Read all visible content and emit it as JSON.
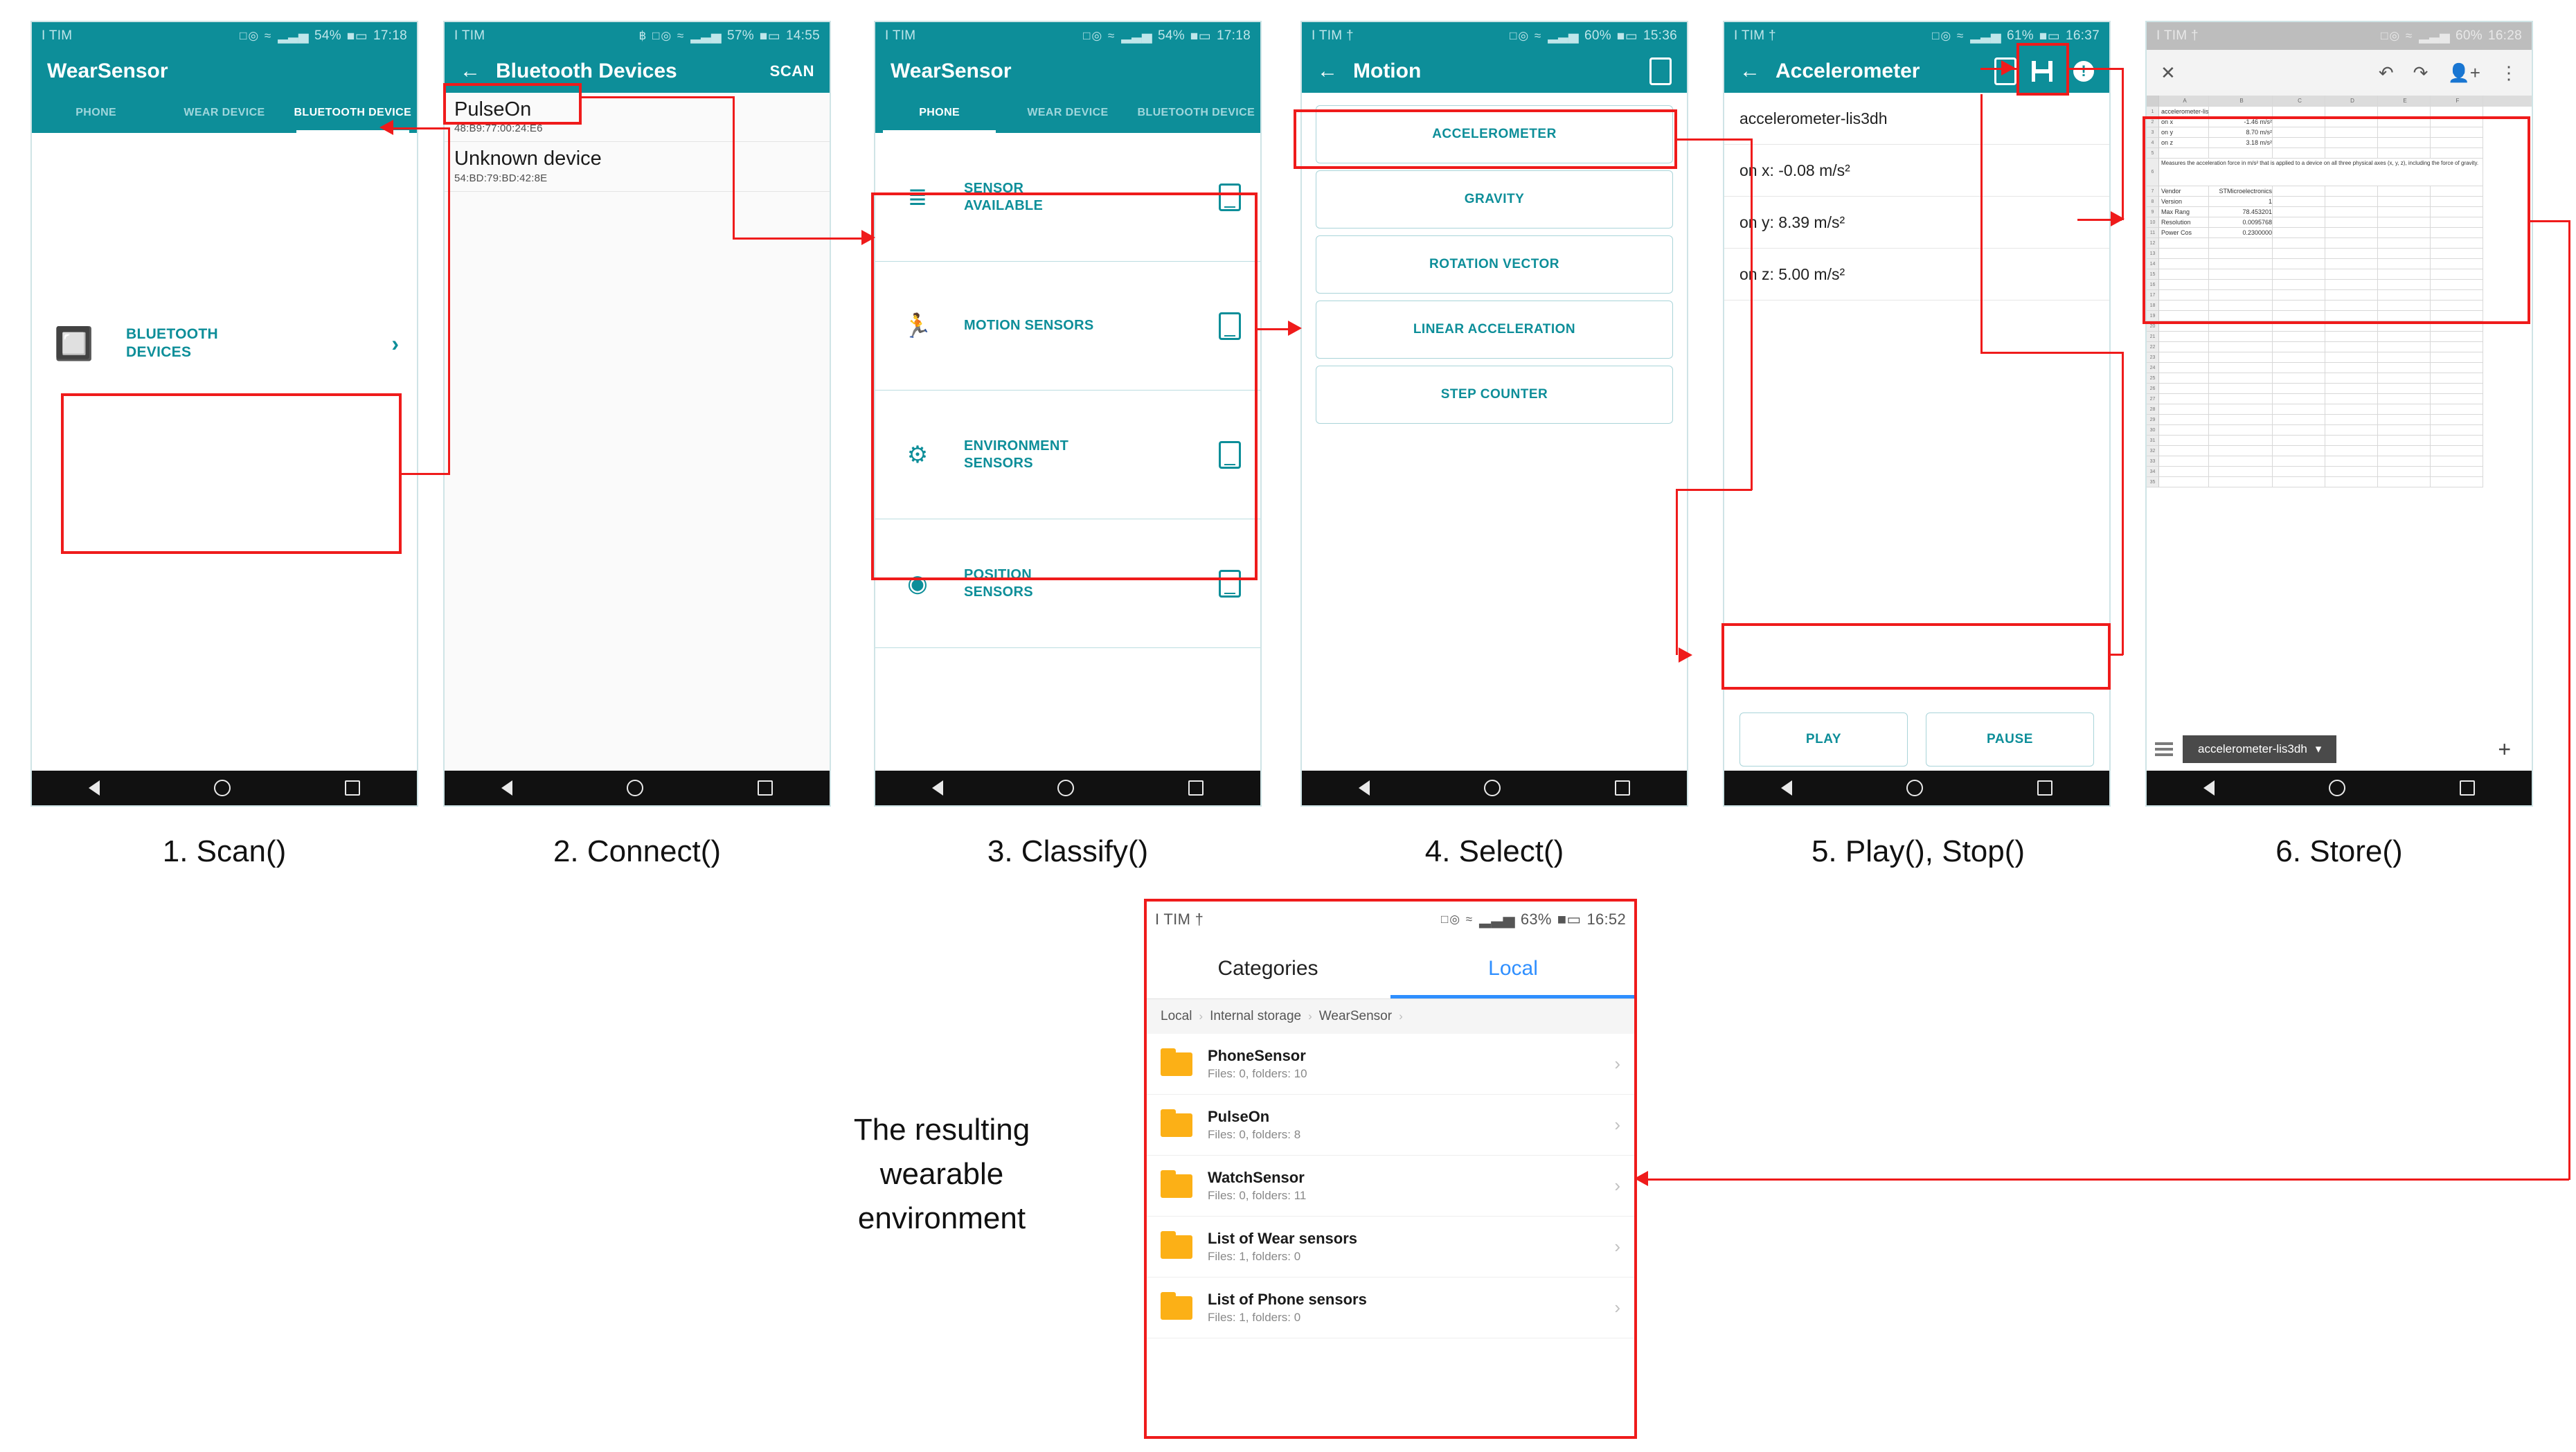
{
  "figure": {
    "resulting_label": "The resulting\nwearable\nenvironment",
    "resulting_line1": "The resulting",
    "resulting_line2": "wearable",
    "resulting_line3": "environment"
  },
  "captions": [
    "1. Scan()",
    "2. Connect()",
    "3. Classify()",
    "4. Select()",
    "5. Play(), Stop()",
    "6. Store()"
  ],
  "screens": {
    "scan": {
      "status": {
        "carrier": "I TIM",
        "icons": "□◎ ≈",
        "signal": "▂▃▅",
        "battery_pct": "54%",
        "time": "17:18"
      },
      "app_title": "WearSensor",
      "tabs": [
        {
          "label": "PHONE",
          "active": false
        },
        {
          "label": "WEAR DEVICE",
          "active": false
        },
        {
          "label": "BLUETOOTH DEVICE",
          "active": true
        }
      ],
      "card": {
        "icon": "bluetooth-icon",
        "label": "BLUETOOTH\nDEVICES",
        "label_l1": "BLUETOOTH",
        "label_l2": "DEVICES",
        "chevron": "›"
      }
    },
    "connect": {
      "status": {
        "carrier": "I TIM",
        "icons": "฿ □◎ ≈",
        "signal": "▂▃▅",
        "battery_pct": "57%",
        "time": "14:55"
      },
      "title": "Bluetooth Devices",
      "action": "SCAN",
      "devices": [
        {
          "name": "PulseOn",
          "mac": "48:B9:77:00:24:E6"
        },
        {
          "name": "Unknown device",
          "mac": "54:BD:79:BD:42:8E"
        }
      ]
    },
    "classify": {
      "status": {
        "carrier": "I TIM",
        "icons": "□◎ ≈",
        "signal": "▂▃▅",
        "battery_pct": "54%",
        "time": "17:18"
      },
      "app_title": "WearSensor",
      "tabs": [
        {
          "label": "PHONE",
          "active": true
        },
        {
          "label": "WEAR DEVICE",
          "active": false
        },
        {
          "label": "BLUETOOTH DEVICE",
          "active": false
        }
      ],
      "categories": [
        {
          "icon": "list-icon",
          "label_l1": "SENSOR",
          "label_l2": "AVAILABLE"
        },
        {
          "icon": "running-person-icon",
          "label_l1": "MOTION SENSORS",
          "label_l2": ""
        },
        {
          "icon": "gear-icon",
          "label_l1": "ENVIRONMENT",
          "label_l2": "SENSORS"
        },
        {
          "icon": "target-icon",
          "label_l1": "POSITION",
          "label_l2": "SENSORS"
        }
      ]
    },
    "select": {
      "status": {
        "carrier": "I TIM †",
        "icons": "□◎ ≈",
        "signal": "▂▃▅",
        "battery_pct": "60%",
        "time": "15:36"
      },
      "title": "Motion",
      "sensors": [
        "ACCELEROMETER",
        "GRAVITY",
        "ROTATION VECTOR",
        "LINEAR ACCELERATION",
        "STEP COUNTER"
      ]
    },
    "play": {
      "status": {
        "carrier": "I TIM †",
        "icons": "□◎ ≈",
        "signal": "▂▃▅",
        "battery_pct": "61%",
        "time": "16:37"
      },
      "title": "Accelerometer",
      "readings": [
        "accelerometer-lis3dh",
        "on x: -0.08 m/s²",
        "on y: 8.39 m/s²",
        "on z: 5.00 m/s²"
      ],
      "buttons": [
        "PLAY",
        "PAUSE"
      ],
      "toolbar_icons": [
        "device-icon",
        "save-icon",
        "info-icon"
      ]
    },
    "store": {
      "status": {
        "carrier": "I TIM †",
        "icons": "□◎ ≈",
        "signal": "▂▃▅",
        "battery_pct": "60%",
        "time": "16:28"
      },
      "toolbar_icons": [
        "close-icon",
        "undo-icon",
        "redo-icon",
        "add-person-icon",
        "overflow-menu-icon"
      ],
      "columns": [
        "A",
        "B",
        "C",
        "D",
        "E",
        "F"
      ],
      "rows": [
        {
          "n": "1",
          "a": "accelerometer-lis3dh",
          "b": ""
        },
        {
          "n": "2",
          "a": "on x",
          "b": "-1.46 m/s²"
        },
        {
          "n": "3",
          "a": "on y",
          "b": "8.70 m/s²"
        },
        {
          "n": "4",
          "a": "on z",
          "b": "3.18 m/s²"
        },
        {
          "n": "5",
          "a": "",
          "b": ""
        },
        {
          "n": "6",
          "a": "Measures the acceleration force in m/s² that is applied to a device on all three physical axes (x, y, z), including the force of gravity.",
          "b": "",
          "span": true
        },
        {
          "n": "7",
          "a": "Vendor",
          "b": "STMicroelectronics"
        },
        {
          "n": "8",
          "a": "Version",
          "b": "1"
        },
        {
          "n": "9",
          "a": "Max Rang",
          "b": "78.453201"
        },
        {
          "n": "10",
          "a": "Resolution",
          "b": "0.0095768"
        },
        {
          "n": "11",
          "a": "Power Cos",
          "b": "0.2300000"
        },
        {
          "n": "12",
          "a": "",
          "b": ""
        },
        {
          "n": "13",
          "a": "",
          "b": ""
        }
      ],
      "sheet_tab": "accelerometer-lis3dh",
      "add_sheet": "+"
    },
    "filemanager": {
      "status": {
        "carrier": "I TIM †",
        "icons": "□◎ ≈",
        "signal": "▂▃▅",
        "battery_pct": "63%",
        "time": "16:52"
      },
      "tabs": [
        {
          "label": "Categories",
          "active": false
        },
        {
          "label": "Local",
          "active": true
        }
      ],
      "breadcrumbs": [
        "Local",
        "Internal storage",
        "WearSensor"
      ],
      "folders": [
        {
          "name": "PhoneSensor",
          "meta": "Files: 0, folders: 10"
        },
        {
          "name": "PulseOn",
          "meta": "Files: 0, folders: 8"
        },
        {
          "name": "WatchSensor",
          "meta": "Files: 0, folders: 11"
        },
        {
          "name": "List of Wear sensors",
          "meta": "Files: 1, folders: 0"
        },
        {
          "name": "List of Phone sensors",
          "meta": "Files: 1, folders: 0"
        }
      ]
    }
  },
  "colors": {
    "accent_teal": "#0d8e99",
    "annotation_red": "#ef1b1b",
    "folder_orange": "#fcb016",
    "link_blue": "#2f8fff"
  }
}
